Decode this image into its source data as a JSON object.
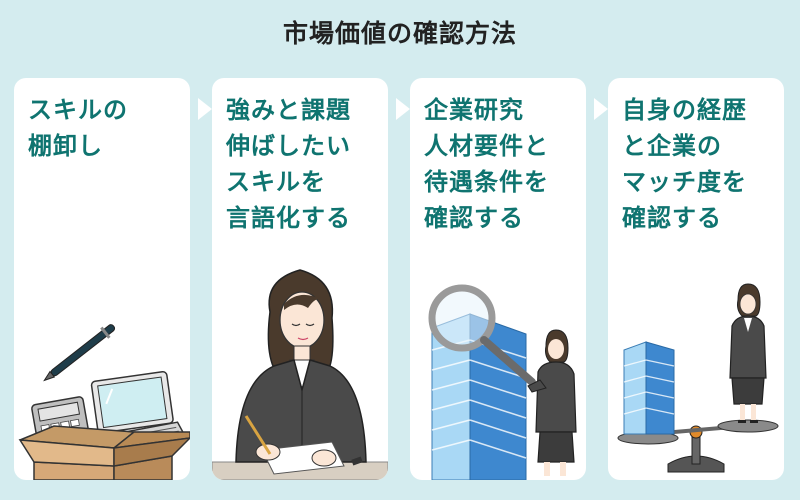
{
  "title": "市場価値の確認方法",
  "steps": [
    {
      "text": "スキルの\n棚卸し",
      "icon": "box-laptop-calculator-pen"
    },
    {
      "text": "強みと課題\n伸ばしたい\nスキルを\n言語化する",
      "icon": "woman-writing"
    },
    {
      "text": "企業研究\n人材要件と\n待遇条件を\n確認する",
      "icon": "woman-magnifier-building"
    },
    {
      "text": "自身の経歴\nと企業の\nマッチ度を\n確認する",
      "icon": "woman-on-scale-building"
    }
  ],
  "colors": {
    "background": "#d4ecef",
    "accent": "#0f7470",
    "card": "#ffffff"
  }
}
